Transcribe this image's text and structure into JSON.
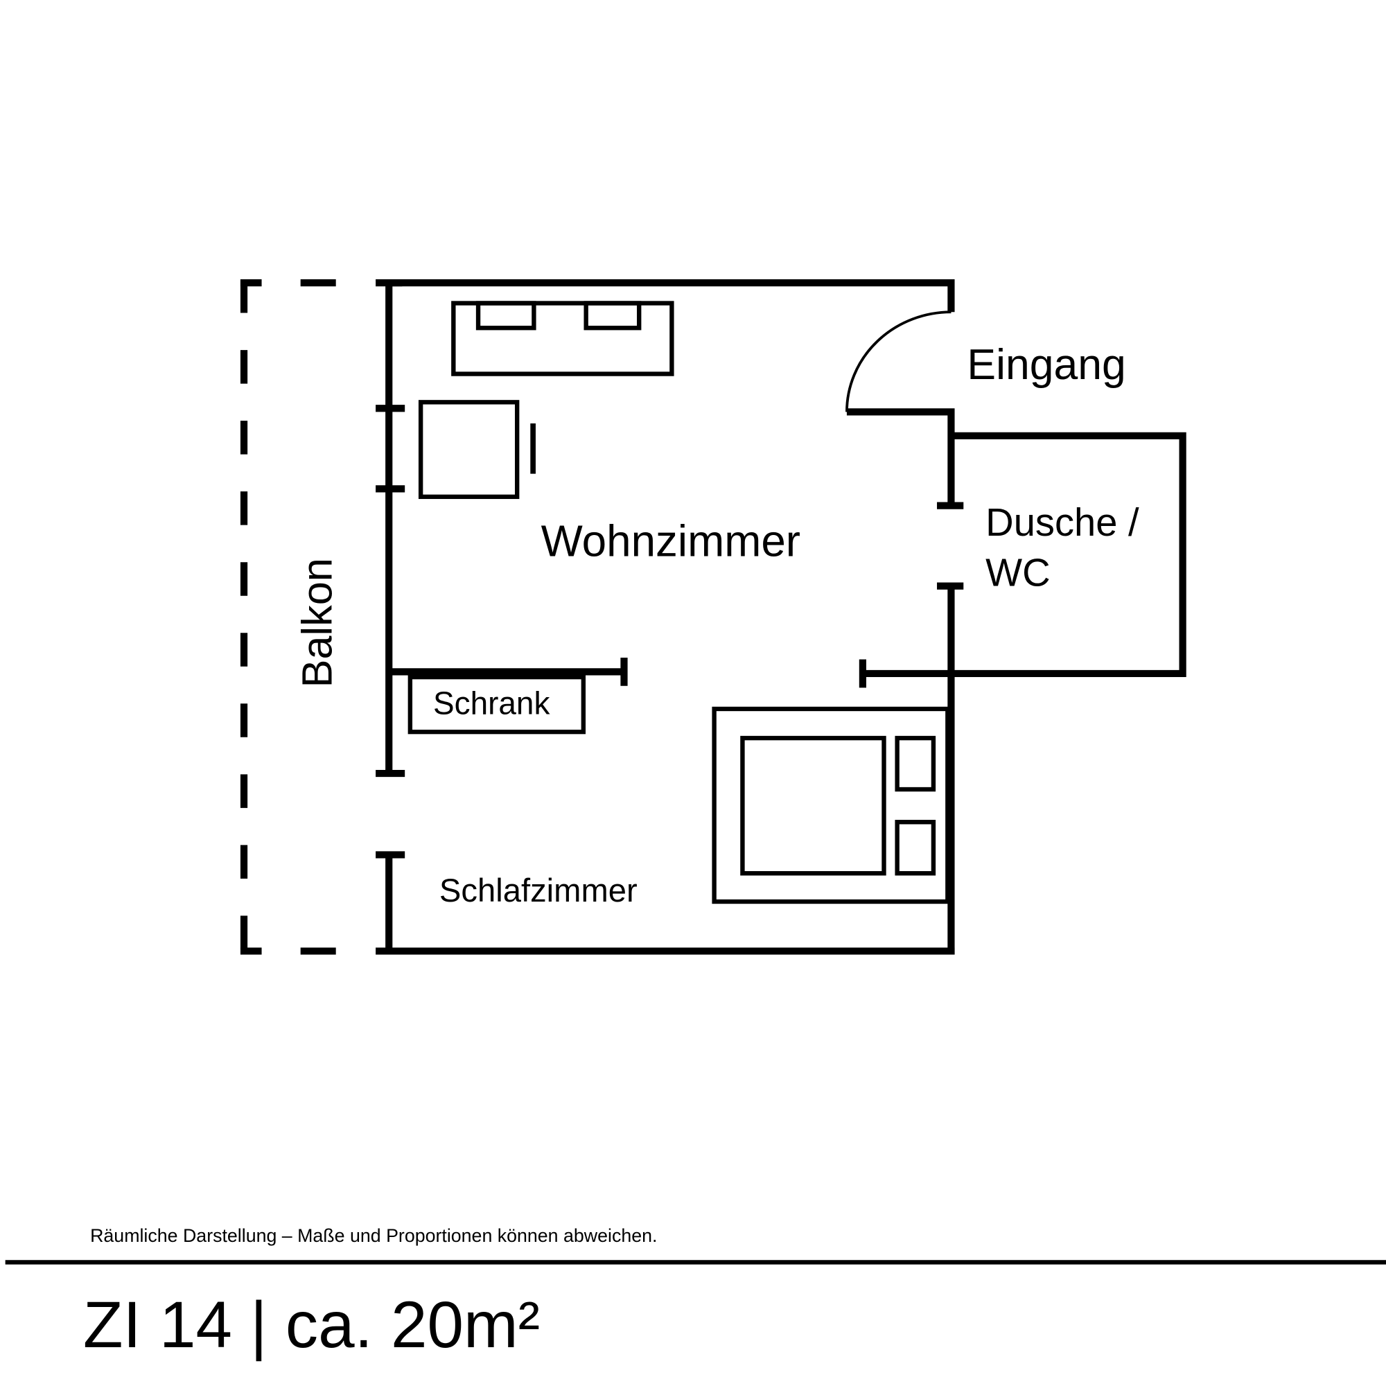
{
  "rooms": {
    "entrance": "Eingang",
    "living_room": "Wohnzimmer",
    "shower_line1": "Dusche /",
    "shower_line2": "WC",
    "balcony": "Balkon",
    "wardrobe": "Schrank",
    "bedroom": "Schlafzimmer"
  },
  "footer": {
    "disclaimer": "Räumliche Darstellung – Maße und Proportionen können abweichen.",
    "title": "ZI 14 | ca. 20m²"
  },
  "colors": {
    "ink": "#000000",
    "background": "#ffffff"
  }
}
